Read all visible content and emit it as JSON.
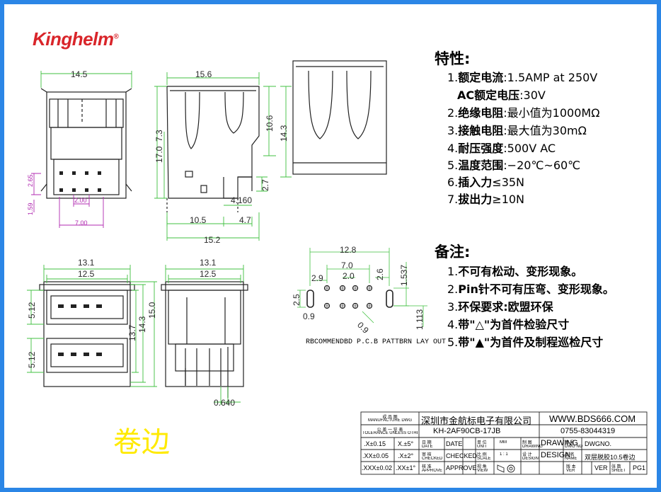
{
  "logo": {
    "text": "Kinghelm",
    "mark": "®"
  },
  "dims": {
    "top_view": {
      "width": "14.5",
      "h_265": "2.65",
      "h_159": "1.59",
      "w_200": "2.00",
      "w_700": "7.00"
    },
    "side_view": {
      "width": "15.6",
      "h_170": "17.0",
      "h_73": "7.3",
      "h_106": "10.6",
      "h_143": "14.3",
      "h_27": "2.7",
      "d_416": "4.160",
      "d_105": "10.5",
      "d_47": "4.7",
      "d_152": "15.2"
    },
    "front_view": {
      "w_131": "13.1",
      "w_125": "12.5",
      "h_512a": "5.12",
      "h_512b": "5.12",
      "h_150": "15.0",
      "h_143": "14.3",
      "h_137": "13.7"
    },
    "rear_view": {
      "w_131": "13.1",
      "w_125": "12.5",
      "pin": "0.640"
    },
    "pcb": {
      "w_128": "12.8",
      "w_70": "7.0",
      "w_29": "2.9",
      "w_20": "2.0",
      "w_26": "2.6",
      "h_1537": "1.537",
      "h_25": "2.5",
      "d_09": "0.9",
      "d_09b": "0.9",
      "h_1113": "1.113",
      "title": "RBCOMMENDBD P.C.B PATTBRN LAY OUT"
    }
  },
  "specs": {
    "heading": "特性:",
    "items": [
      {
        "num": "1.",
        "label": "额定电流",
        "value": ":1.5AMP at 250V"
      },
      {
        "num": "",
        "label": "AC额定电压",
        "value": ":30V"
      },
      {
        "num": "2.",
        "label": "绝缘电阻",
        "value": ":最小值为1000MΩ"
      },
      {
        "num": "3.",
        "label": "接触电阻",
        "value": ":最大值为30mΩ"
      },
      {
        "num": "4.",
        "label": "耐压强度",
        "value": ":500V AC"
      },
      {
        "num": "5.",
        "label": "温度范围",
        "value": ":−20℃~60℃"
      },
      {
        "num": "6.",
        "label": "插入力",
        "value": "≤35N"
      },
      {
        "num": "7.",
        "label": "拔出力",
        "value": "≥10N"
      }
    ]
  },
  "notes": {
    "heading": "备注:",
    "items": [
      {
        "num": "1.",
        "text": "不可有松动、变形现象。"
      },
      {
        "num": "2.",
        "text": "Pin针不可有压弯、变形现象。"
      },
      {
        "num": "3.",
        "text": "环保要求:欧盟环保"
      },
      {
        "num": "4.",
        "text": "带\"△\"为首件检验尺寸"
      },
      {
        "num": "5.",
        "text": "带\"▲\"为首件及制程巡检尺寸"
      }
    ]
  },
  "stamp": "卷边",
  "title_block": {
    "manufacture_cn": "成 品 图",
    "manufacture_en": "MANUFACTURE DWG",
    "tol_cn": "公 差 一 览 表",
    "tol_en": "TOLERANCE UNLESS OTHERWISE",
    "company": "深圳市金航标电子有限公司",
    "website": "WWW.BDS666.COM",
    "part_no": "KH-2AF90CB-17JB",
    "phone": "0755-83044319",
    "tol1": ".X±0.15",
    "ang1": "X.±5°",
    "tol2": ".XX±0.05",
    "ang2": ".X±2°",
    "tol3": ".XXX±0.02",
    "ang3": ".XX±1°",
    "date_cn": "日 期",
    "date_en": "DATE",
    "date_val": "DATE",
    "unit_cn": "单 位",
    "unit_en": "UNIT",
    "unit_val": "MM",
    "drawing_cn": "制 图",
    "drawing_en": "DRAWING",
    "drawing_val": "DRAWING",
    "dwgno_cn": "图 号",
    "dwgno_en": "DWG NO",
    "dwgno_val": "DWGNO.",
    "checked_cn": "审 核",
    "checked_en": "CHECKED",
    "checked_val": "CHECKED",
    "scale_cn": "比 例",
    "scale_en": "SCALE",
    "scale_val": "1 : 1",
    "design_cn": "设 计",
    "design_en": "DESIGN",
    "design_val": "DESIGN",
    "name_cn": "品 名",
    "name_en": "NAME",
    "name_val": "双层脱胶10.5卷边",
    "approve_cn": "核 准",
    "approve_en": "APPROVE",
    "approve_val": "APPROVE",
    "view_cn": "视 角",
    "view_en": "VIEW",
    "ver_cn": "版 本",
    "ver_en": "VER",
    "ver_val": "VER",
    "sheet_cn": "张 数",
    "sheet_en": "SHEET",
    "sheet_val": "PG1"
  },
  "colors": {
    "frame": "#2b86e6",
    "dim": "#40c040",
    "logo": "#d9252a",
    "stamp": "#ffea00",
    "pcb_dim": "#b02ab0"
  }
}
